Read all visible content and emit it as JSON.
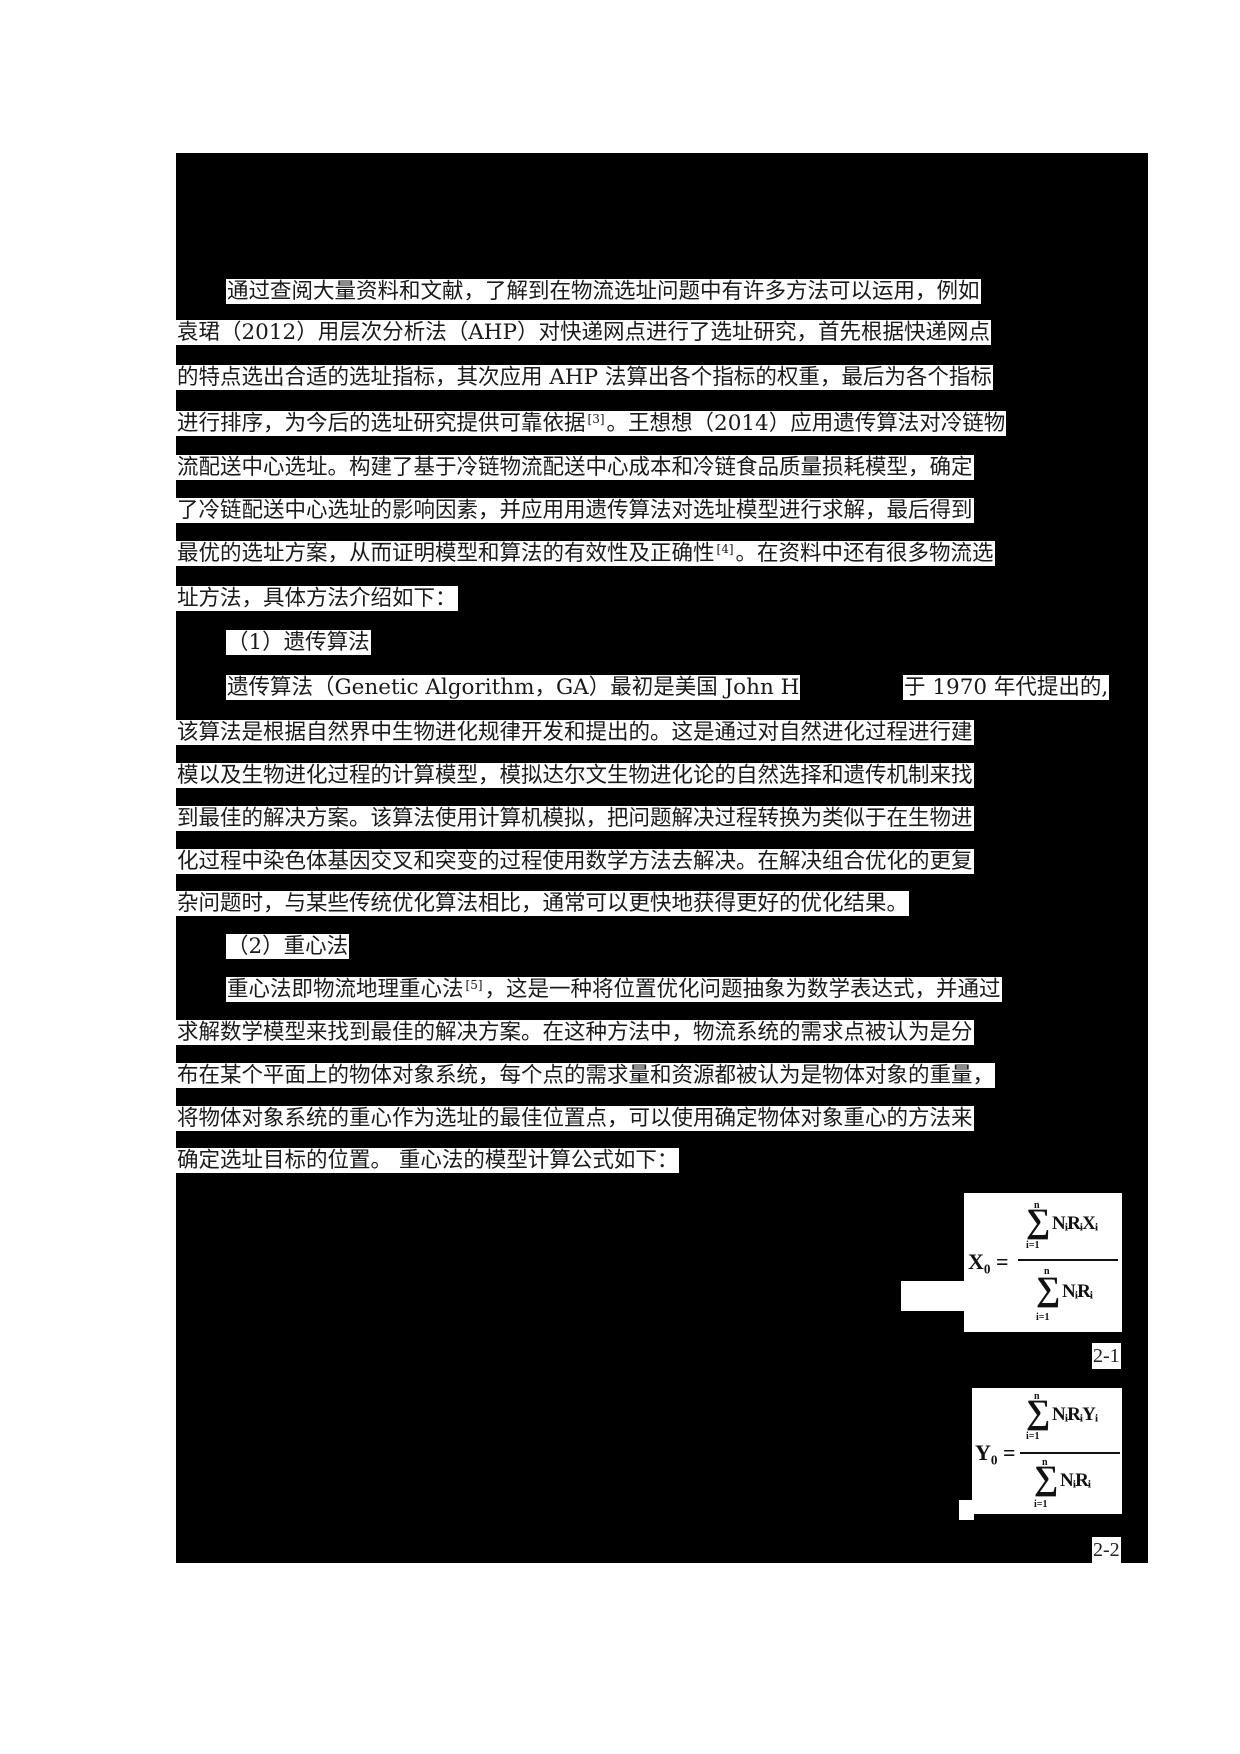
{
  "paragraphs": {
    "intro": [
      "通过查阅大量资料和文献，了解到在物流选址问题中有许多方法可以运用，例如",
      "袁珺（2012）用层次分析法（AHP）对快递网点进行了选址研究，首先根据快递网点",
      "的特点选出合适的选址指标，其次应用 AHP 法算出各个指标的权重，最后为各个指标",
      "进行排序，为今后的选址研究提供可靠依据",
      "。王想想（2014）应用遗传算法对冷链物",
      "流配送中心选址。构建了基于冷链物流配送中心成本和冷链食品质量损耗模型，确定",
      "了冷链配送中心选址的影响因素，并应用用遗传算法对选址模型进行求解，最后得到",
      "最优的选址方案，从而证明模型和算法的有效性及正确性",
      "。在资料中还有很多物流选",
      "址方法，具体方法介绍如下："
    ],
    "intro_refs": [
      "[3]",
      "[4]"
    ],
    "section1_heading": "（1）遗传算法",
    "ga": [
      "遗传算法（Genetic Algorithm，GA）最初是美国  John H",
      "于 1970 年代提出的,",
      "该算法是根据自然界中生物进化规律开发和提出的。这是通过对自然进化过程进行建",
      "模以及生物进化过程的计算模型，模拟达尔文生物进化论的自然选择和遗传机制来找",
      "到最佳的解决方案。该算法使用计算机模拟，把问题解决过程转换为类似于在生物进",
      "化过程中染色体基因交叉和突变的过程使用数学方法去解决。在解决组合优化的更复",
      "杂问题时，与某些传统优化算法相比，通常可以更快地获得更好的优化结果。"
    ],
    "section2_heading": "（2）重心法",
    "cog": [
      "重心法即物流地理重心法",
      "，这是一种将位置优化问题抽象为数学表达式，并通过",
      "求解数学模型来找到最佳的解决方案。在这种方法中，物流系统的需求点被认为是分",
      "布在某个平面上的物体对象系统，每个点的需求量和资源都被认为是物体对象的重量，",
      "将物体对象系统的重心作为选址的最佳位置点，可以使用确定物体对象重心的方法来",
      "确定选址目标的位置。 重心法的模型计算公式如下："
    ],
    "cog_ref": "[5]"
  },
  "formulas": [
    {
      "lhs": "X₀ =",
      "numerator": "NᵢRᵢXᵢ",
      "denominator": "NᵢRᵢ",
      "sum_upper": "n",
      "sum_lower": "i=1",
      "sigma": "∑",
      "number": "2-1"
    },
    {
      "lhs": "Y₀ =",
      "numerator": "NᵢRᵢYᵢ",
      "denominator": "NᵢRᵢ",
      "sum_upper": "n",
      "sum_lower": "i=1",
      "sigma": "∑",
      "number": "2-2"
    }
  ]
}
